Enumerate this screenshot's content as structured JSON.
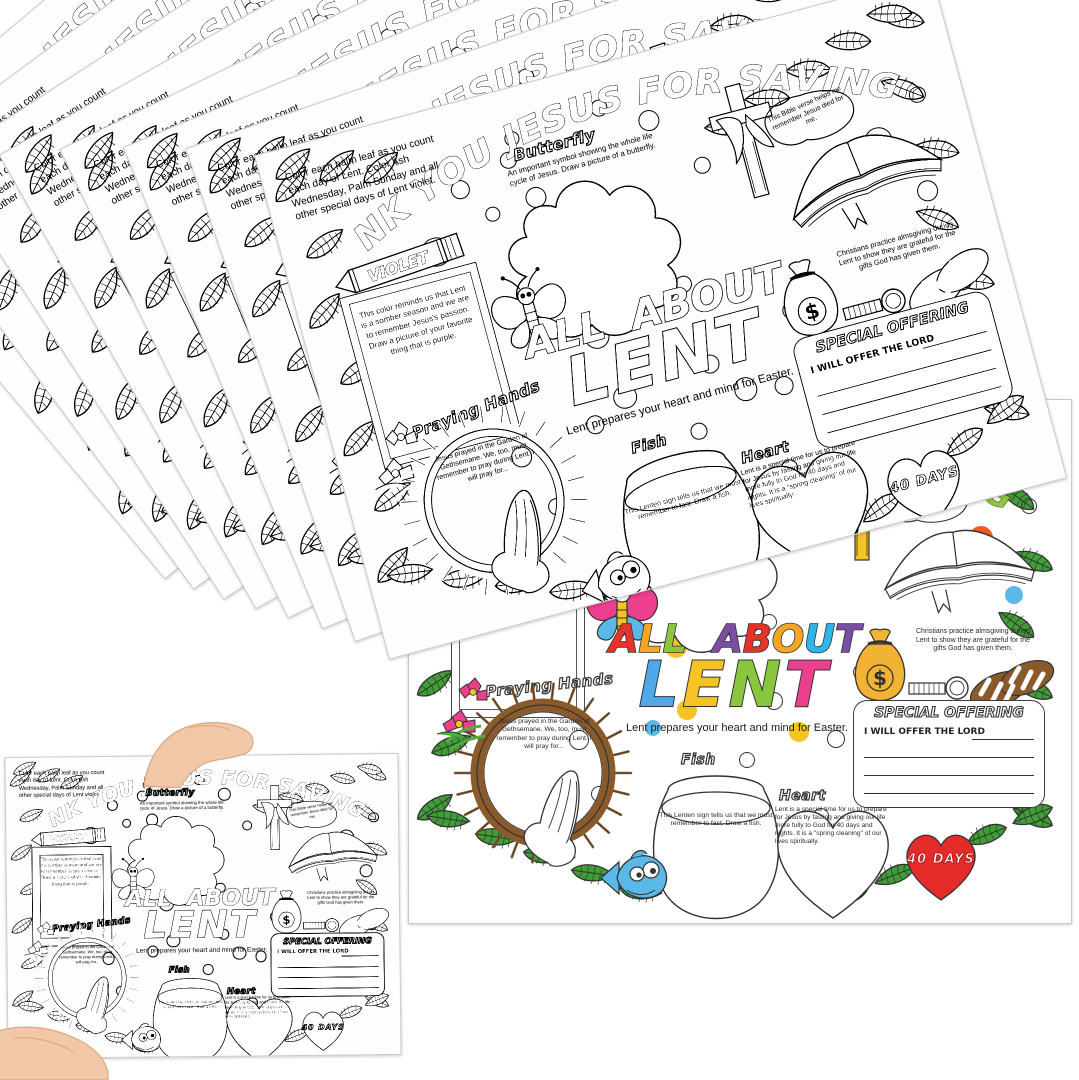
{
  "product": {
    "type": "lent-coloring-poster-set",
    "sheet_count_visible": 9
  },
  "poster": {
    "arc_title": "THANK YOU JESUS FOR SAVING ME!",
    "arc_title_letters": [
      {
        "ch": "T",
        "color": "#e63329"
      },
      {
        "ch": "H",
        "color": "#f6a623"
      },
      {
        "ch": "A",
        "color": "#2fb5e8"
      },
      {
        "ch": "N",
        "color": "#8bc63f"
      },
      {
        "ch": "K",
        "color": "#e8368f"
      },
      {
        "ch": " ",
        "color": "#000000"
      },
      {
        "ch": "Y",
        "color": "#7a4fa3"
      },
      {
        "ch": "O",
        "color": "#f6a623"
      },
      {
        "ch": "U",
        "color": "#2fb5e8"
      },
      {
        "ch": " ",
        "color": "#000000"
      },
      {
        "ch": "J",
        "color": "#e8368f"
      },
      {
        "ch": "E",
        "color": "#e63329"
      },
      {
        "ch": "S",
        "color": "#f6a623"
      },
      {
        "ch": "U",
        "color": "#e8368f"
      },
      {
        "ch": "S",
        "color": "#8bc63f"
      },
      {
        "ch": " ",
        "color": "#000000"
      },
      {
        "ch": "F",
        "color": "#2fb5e8"
      },
      {
        "ch": "O",
        "color": "#e63329"
      },
      {
        "ch": "R",
        "color": "#f6a623"
      },
      {
        "ch": " ",
        "color": "#000000"
      },
      {
        "ch": "S",
        "color": "#8bc63f"
      },
      {
        "ch": "A",
        "color": "#e8368f"
      },
      {
        "ch": "V",
        "color": "#2fb5e8"
      },
      {
        "ch": "I",
        "color": "#f6a623"
      },
      {
        "ch": "N",
        "color": "#e63329"
      },
      {
        "ch": "G",
        "color": "#8bc63f"
      },
      {
        "ch": " ",
        "color": "#000000"
      },
      {
        "ch": "M",
        "color": "#2fb5e8"
      },
      {
        "ch": "E",
        "color": "#e8368f"
      },
      {
        "ch": "!",
        "color": "#8bc63f"
      }
    ],
    "main_title_line1": "ALL ABOUT",
    "main_title_line2": "LENT",
    "main_title_line1_letters": [
      {
        "ch": "A",
        "color": "#e63329"
      },
      {
        "ch": "L",
        "color": "#f6a623"
      },
      {
        "ch": "L",
        "color": "#8bc63f"
      },
      {
        "ch": " ",
        "color": "#000000"
      },
      {
        "ch": "A",
        "color": "#7a4fa3"
      },
      {
        "ch": "B",
        "color": "#e63329"
      },
      {
        "ch": "O",
        "color": "#f6a623"
      },
      {
        "ch": "U",
        "color": "#2fb5e8"
      },
      {
        "ch": "T",
        "color": "#7a4fa3"
      }
    ],
    "main_title_line2_letters": [
      {
        "ch": "L",
        "color": "#4fa9e8"
      },
      {
        "ch": "E",
        "color": "#f6c324"
      },
      {
        "ch": "N",
        "color": "#8bc63f"
      },
      {
        "ch": "T",
        "color": "#ec3f8e"
      }
    ],
    "tagline": "Lent prepares your heart and mind for Easter.",
    "palm_instructions": "Color each palm leaf as you count each day of Lent. Color Ash Wednesday, Palm Sunday and all other special days of Lent violet.",
    "crayon_label": "VIOLET",
    "violet_frame_text": "This color reminds us that Lent is a somber season and we are to remember Jesus's passion. Draw a picture of your favorite thing that is purple.",
    "sections": [
      {
        "name": "butterfly",
        "heading": "Butterfly",
        "text": "An important symbol showing the whole life cycle of Jesus. Draw a picture of a butterfly."
      },
      {
        "name": "bible",
        "heading": "",
        "text": "This Bible verse helps me remember Jesus died for me."
      },
      {
        "name": "almsgiving",
        "heading": "",
        "text": "Christians practice almsgiving during Lent to show they are grateful for the gifts God has given them."
      },
      {
        "name": "praying-hands",
        "heading": "Praying Hands",
        "text": "Jesus prayed in the Garden of Gethsemane. We, too, must remember to pray during Lent. I will pray for..."
      },
      {
        "name": "fish",
        "heading": "Fish",
        "text": "This Lenten sign tells us that we must remember to fast. Draw a fish."
      },
      {
        "name": "heart",
        "heading": "Heart",
        "text": "Lent is a special time for us to prepare for Jesus by fasting and giving our life more fully to God for 40 days and nights. It is a \"spring cleaning\" of our lives spiritually."
      }
    ],
    "special_offering": {
      "heading": "SPECIAL OFFERING",
      "line1": "I WILL OFFER THE LORD",
      "blank_lines": 4
    },
    "heart_badge": "40 DAYS"
  },
  "colors": {
    "red": "#e52a2a",
    "pink": "#ec3f8e",
    "orange": "#f15a22",
    "yellow": "#f6c324",
    "gold": "#f2b233",
    "green": "#4caf3f",
    "leaf_green": "#3f9e35",
    "blue": "#4fa9e8",
    "sky": "#5bb9e8",
    "purple": "#7a4fa3",
    "brown": "#8b5a2b",
    "line": "#333333",
    "paper": "#ffffff",
    "skin": "#f2c8a8"
  }
}
